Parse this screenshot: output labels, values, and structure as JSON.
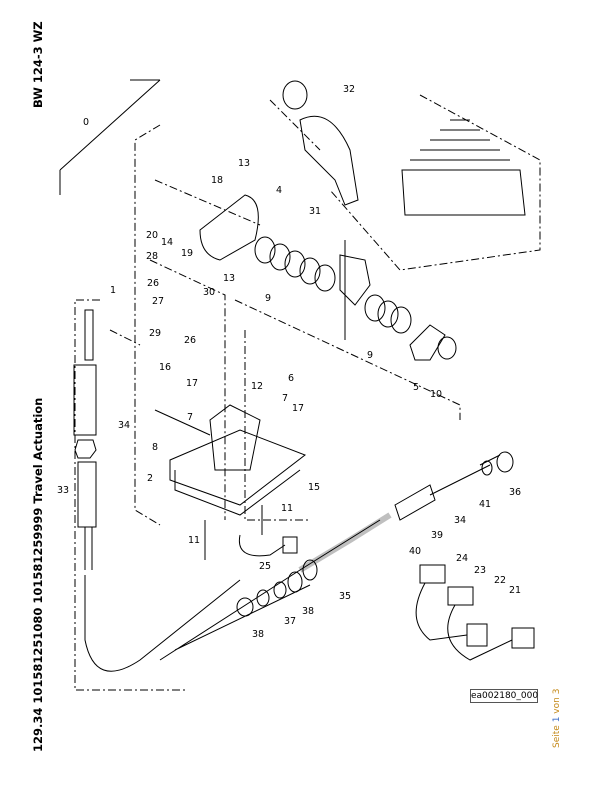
{
  "header": {
    "model": "BW 124-3 WZ",
    "title": "129.34 101581251080 101581259999 Travel Actuation"
  },
  "footer": {
    "page_word": "Seite",
    "page_current": "1",
    "page_of": "von",
    "page_total": "3"
  },
  "drawing": {
    "id": "ea002180_000",
    "callouts": [
      "32",
      "0",
      "13",
      "18",
      "4",
      "31",
      "20",
      "14",
      "19",
      "28",
      "13",
      "26",
      "30",
      "27",
      "1",
      "9",
      "29",
      "26",
      "9",
      "5",
      "10",
      "16",
      "17",
      "6",
      "12",
      "7",
      "17",
      "7",
      "34",
      "8",
      "33",
      "2",
      "15",
      "36",
      "41",
      "34",
      "39",
      "11",
      "11",
      "40",
      "25",
      "24",
      "23",
      "35",
      "22",
      "21",
      "38",
      "37",
      "38"
    ]
  }
}
